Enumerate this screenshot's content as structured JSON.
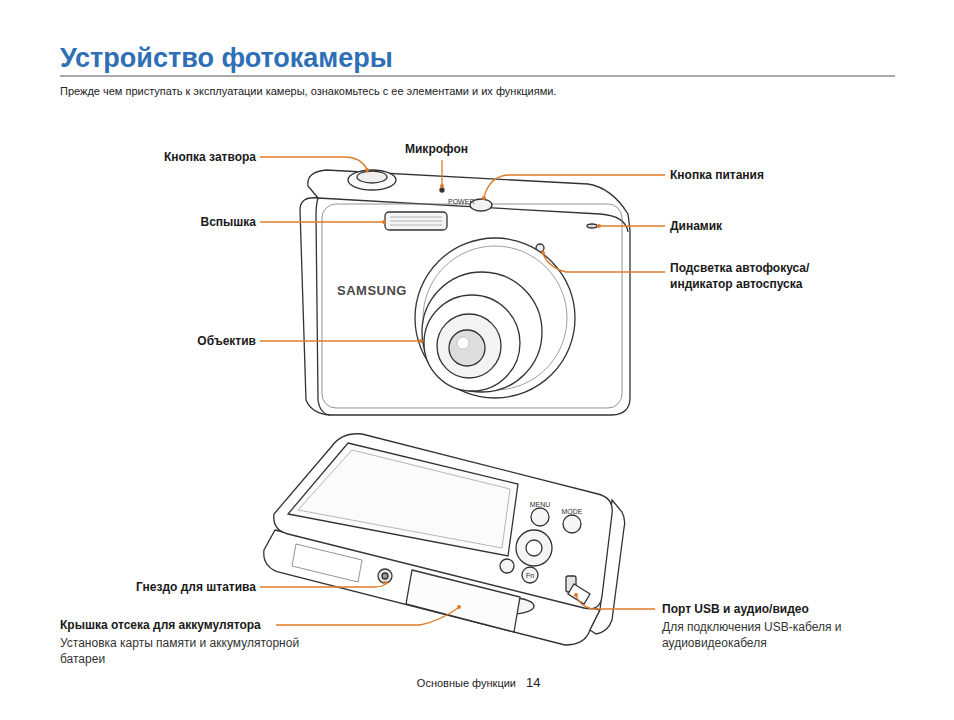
{
  "diagram": {
    "title": "Устройство фотокамеры",
    "labels": [
      "Прежде чем приступать к эксплуатации камеры, ознакомьтесь с ее элементами и их функциями.",
      "Кнопка затвора",
      "Микрофон",
      "Кнопка питания",
      "Вспышка",
      "Динамик",
      "Подсветка автофокуса/ индикатор автоспуска",
      "Объектив",
      "Гнездо для штатива",
      "Крышка отсека для аккумулятора",
      "Установка карты памяти и аккумуляторной батареи",
      "Порт USB и аудио/видео",
      "Для подключения USB-кабеля и аудиовидеокабеля",
      "Основные функции",
      "14",
      "SAMSUNG",
      "POWER",
      "MENU",
      "MODE",
      "Fn"
    ]
  }
}
